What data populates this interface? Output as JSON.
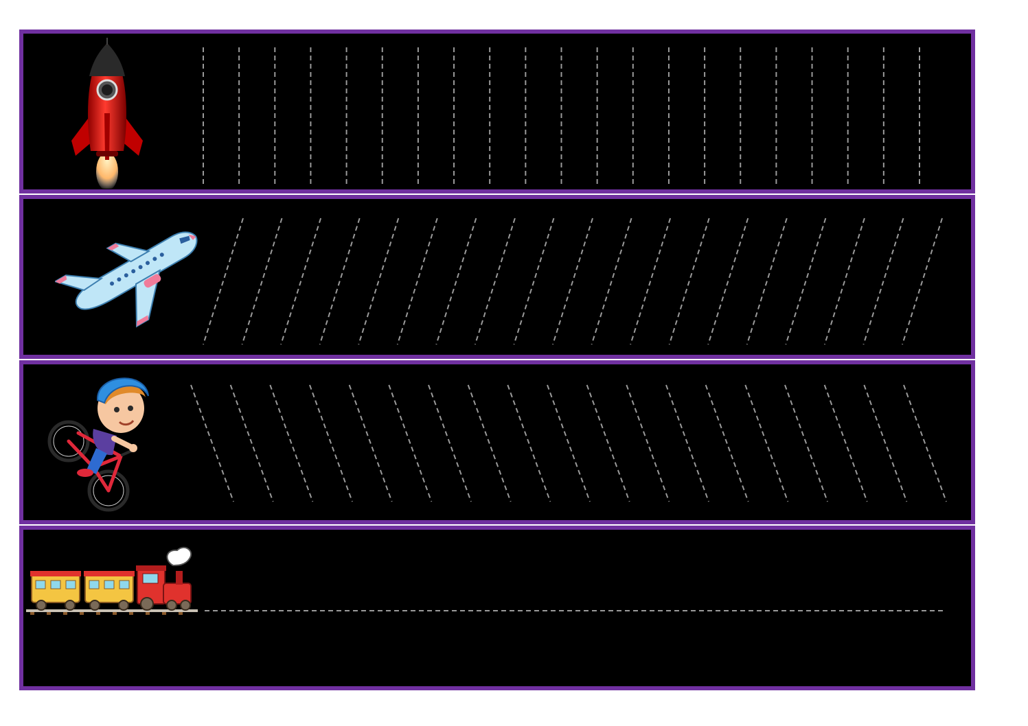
{
  "colors": {
    "page_background": "#ffffff",
    "panel_background": "#000000",
    "panel_border": "#7030a0",
    "guide_line": "#9a9a9a"
  },
  "rows": [
    {
      "picture": "rocket-icon",
      "stroke_kind": "vertical",
      "guide_count": 21
    },
    {
      "picture": "airplane-icon",
      "stroke_kind": "forward-slant",
      "guide_count": 19
    },
    {
      "picture": "boy-on-bicycle-icon",
      "stroke_kind": "backward-slant",
      "guide_count": 19
    },
    {
      "picture": "train-icon",
      "stroke_kind": "horizontal",
      "guide_count": 1
    }
  ]
}
